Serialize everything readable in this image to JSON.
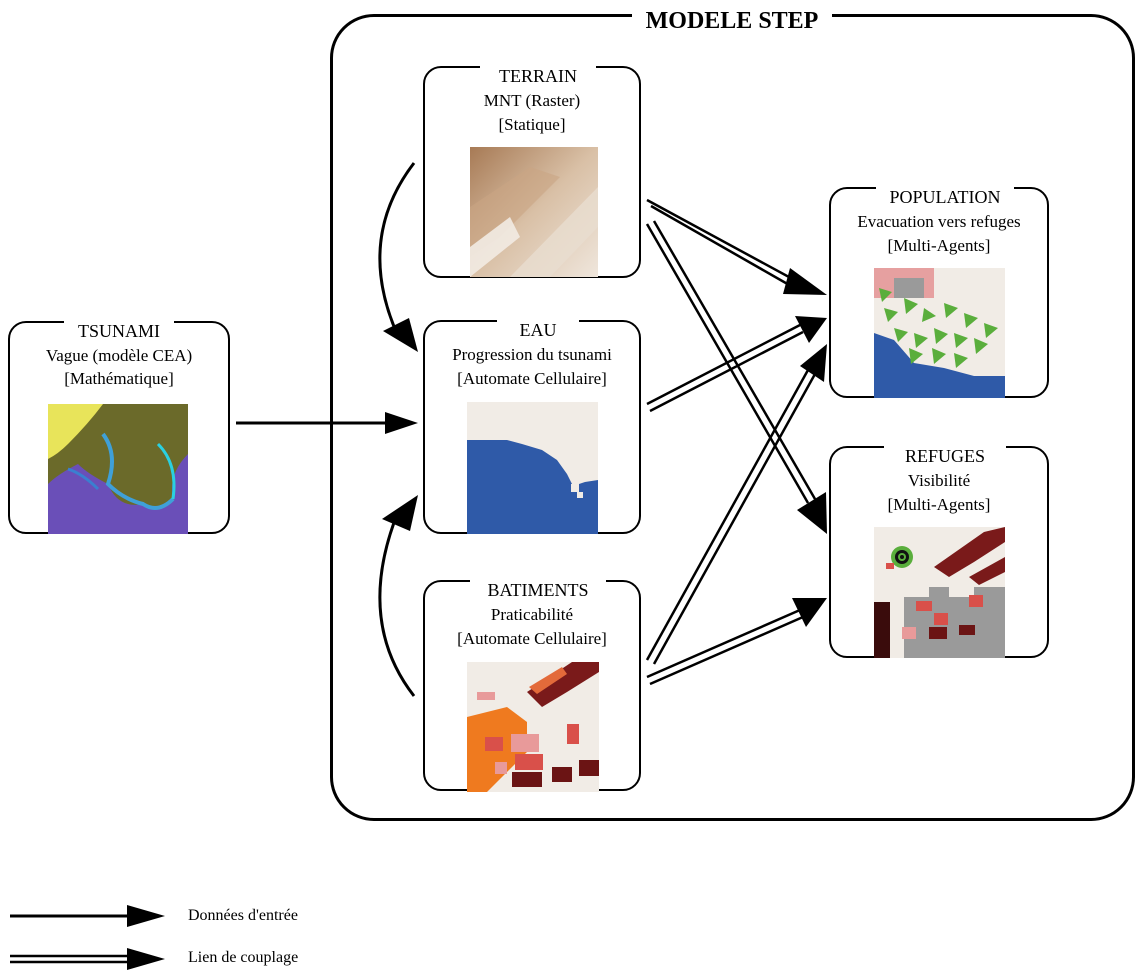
{
  "diagram": {
    "frame_title": "MODELE STEP",
    "boxes": {
      "tsunami": {
        "title": "TSUNAMI",
        "line1": "Vague (modèle CEA)",
        "line2": "[Mathématique]"
      },
      "terrain": {
        "title": "TERRAIN",
        "line1": "MNT (Raster)",
        "line2": "[Statique]"
      },
      "eau": {
        "title": "EAU",
        "line1": "Progression du tsunami",
        "line2": "[Automate Cellulaire]"
      },
      "batiments": {
        "title": "BATIMENTS",
        "line1": "Praticabilité",
        "line2": "[Automate Cellulaire]"
      },
      "population": {
        "title": "POPULATION",
        "line1": "Evacuation vers refuges",
        "line2": "[Multi-Agents]"
      },
      "refuges": {
        "title": "REFUGES",
        "line1": "Visibilité",
        "line2": "[Multi-Agents]"
      }
    },
    "legend": {
      "input_label": "Données d'entrée",
      "coupling_label": "Lien de couplage"
    },
    "colors": {
      "water": "#2f5aa8",
      "terrain_brown": "#b08a6a",
      "building_dark": "#6b1414",
      "building_red": "#d9504a",
      "building_pink": "#e89a9a",
      "building_orange": "#ef7a1f",
      "agent_green": "#5aae3c",
      "refuge_grey": "#9a9a9a"
    }
  }
}
